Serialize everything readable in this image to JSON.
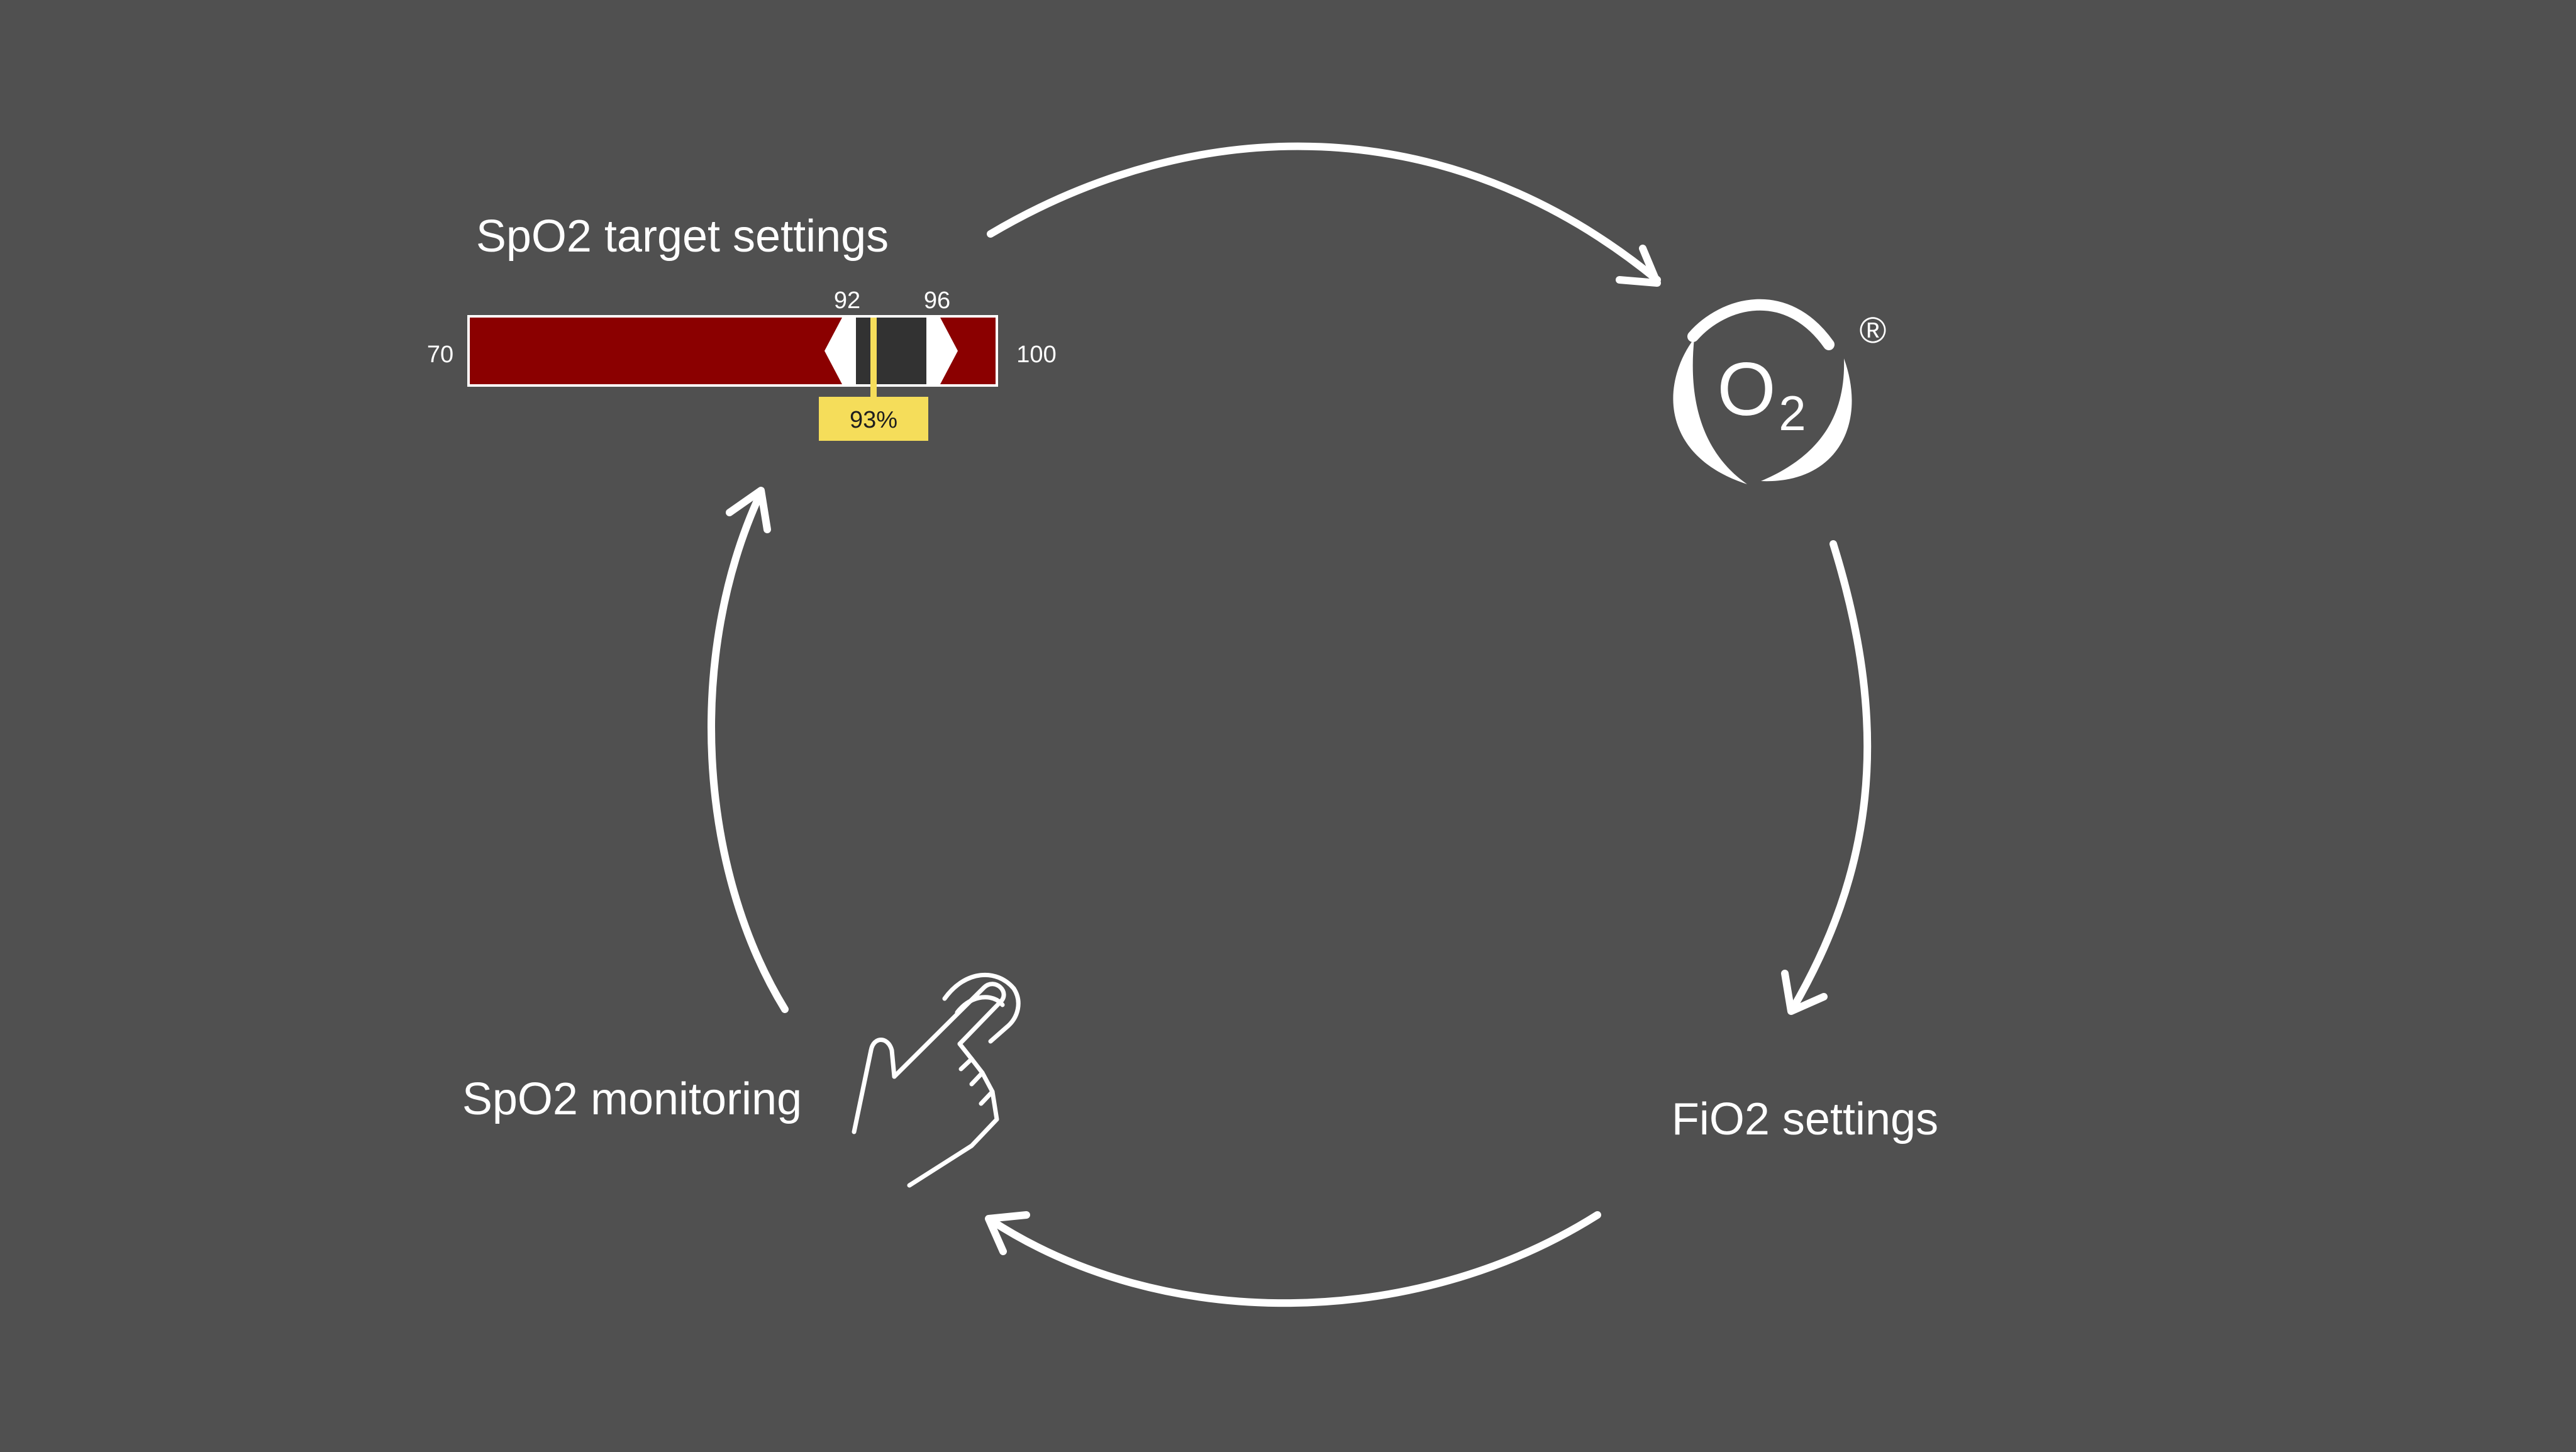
{
  "diagram": {
    "labels": {
      "spo2_target_settings": "SpO2 target settings",
      "fio2_settings": "FiO2 settings",
      "spo2_monitoring": "SpO2 monitoring"
    },
    "logo": {
      "main": "O",
      "subscript": "2",
      "registered": "®"
    },
    "target_bar": {
      "min_label": "70",
      "max_label": "100",
      "low_target_label": "92",
      "high_target_label": "96",
      "current_label": "93%",
      "min": 70,
      "max": 100,
      "low_target": 92,
      "high_target": 96,
      "current": 93
    },
    "colors": {
      "background": "#505050",
      "out_of_range": "#8b0000",
      "target_zone": "#323232",
      "current_marker": "#f5dd5a",
      "foreground": "#ffffff"
    },
    "icons": {
      "cycle": "curved-arrow-icon",
      "logo": "o2-logo-icon",
      "touch": "hand-touch-icon"
    }
  }
}
